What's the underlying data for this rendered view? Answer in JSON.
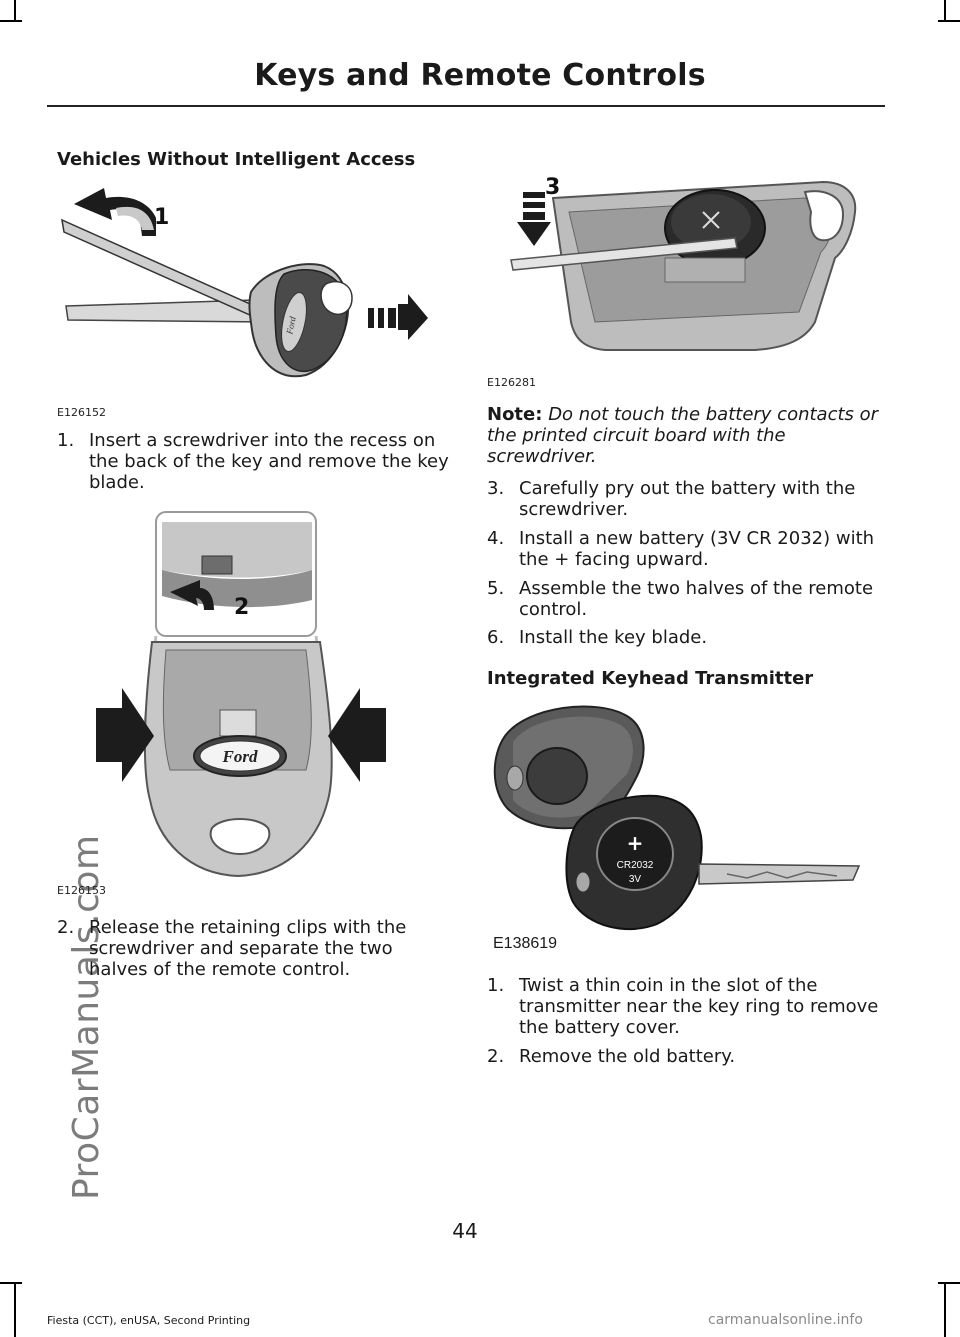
{
  "header": {
    "title": "Keys and Remote Controls"
  },
  "left": {
    "section_title": "Vehicles Without Intelligent Access",
    "fig1": {
      "code": "E126152",
      "callout": "1"
    },
    "step1": {
      "num": "1.",
      "text": "Insert a screwdriver into the recess on the back of the key and remove the key blade."
    },
    "fig2": {
      "code": "E126153",
      "callout": "2"
    },
    "step2": {
      "num": "2.",
      "text": "Release the retaining clips with the screwdriver and separate the two halves of the remote control."
    }
  },
  "right": {
    "fig3": {
      "code": "E126281",
      "callout": "3"
    },
    "note": {
      "label": "Note:",
      "text": "Do not touch the battery contacts or the printed circuit board with the screwdriver."
    },
    "steps": [
      {
        "num": "3.",
        "text": "Carefully pry out the battery with the screwdriver."
      },
      {
        "num": "4.",
        "text": "Install a new battery (3V CR 2032) with the + facing upward."
      },
      {
        "num": "5.",
        "text": "Assemble the two halves of the remote control."
      },
      {
        "num": "6.",
        "text": "Install the key blade."
      }
    ],
    "section2_title": "Integrated Keyhead Transmitter",
    "fig4": {
      "code": "E138619",
      "battery_plus": "+",
      "battery_model": "CR2032",
      "battery_voltage": "3V"
    },
    "steps2": [
      {
        "num": "1.",
        "text": "Twist a thin coin in the slot of the transmitter near the key ring to remove the battery cover."
      },
      {
        "num": "2.",
        "text": "Remove the old battery."
      }
    ]
  },
  "logo_text": "Ford",
  "watermark": "ProCarManuals.com",
  "footer": {
    "page_number": "44",
    "edition": "Fiesta (CCT), enUSA, Second Printing",
    "site": "carmanualsonline.info"
  }
}
